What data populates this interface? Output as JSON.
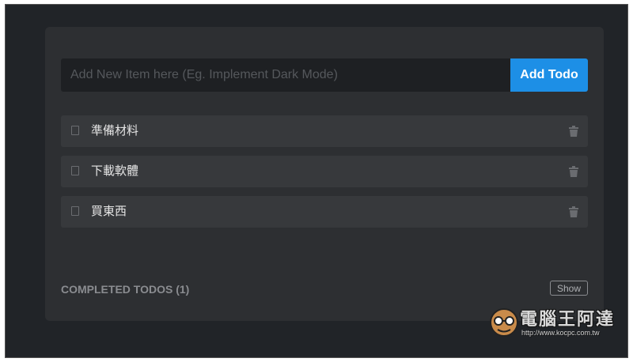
{
  "new_item": {
    "placeholder": "Add New Item here (Eg. Implement Dark Mode)",
    "value": "",
    "add_button_label": "Add Todo"
  },
  "todos": [
    {
      "text": "準備材料",
      "checked": false
    },
    {
      "text": "下載軟體",
      "checked": false
    },
    {
      "text": "買東西",
      "checked": false
    }
  ],
  "completed": {
    "label": "COMPLETED TODOS (1)",
    "show_button_label": "Show"
  },
  "watermark": {
    "logo_text": "電腦王阿達",
    "url": "http://www.kocpc.com.tw"
  },
  "colors": {
    "background": "#212428",
    "card": "#2d2f32",
    "item": "#37393c",
    "accent": "#1d8fe6"
  }
}
